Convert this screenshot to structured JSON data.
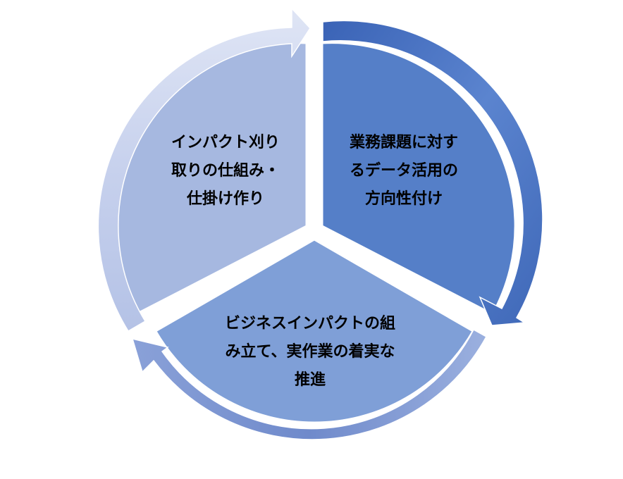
{
  "diagram": {
    "type": "cycle",
    "segments": [
      {
        "id": "top-left",
        "lines": [
          "インパクト刈り",
          "取りの仕組み・",
          "仕掛け作り"
        ],
        "fill": "#a6b8e0",
        "arrow_color": "#c9d3ee"
      },
      {
        "id": "top-right",
        "lines": [
          "業務課題に対す",
          "るデータ活用の",
          "方向性付け"
        ],
        "fill": "#557fc8",
        "arrow_color": "#3f68b8"
      },
      {
        "id": "bottom",
        "lines": [
          "ビジネスインパクトの組",
          "み立て、実作業の着実な",
          "推進"
        ],
        "fill": "#7f9fd7",
        "arrow_color": "#7892cf"
      }
    ]
  }
}
